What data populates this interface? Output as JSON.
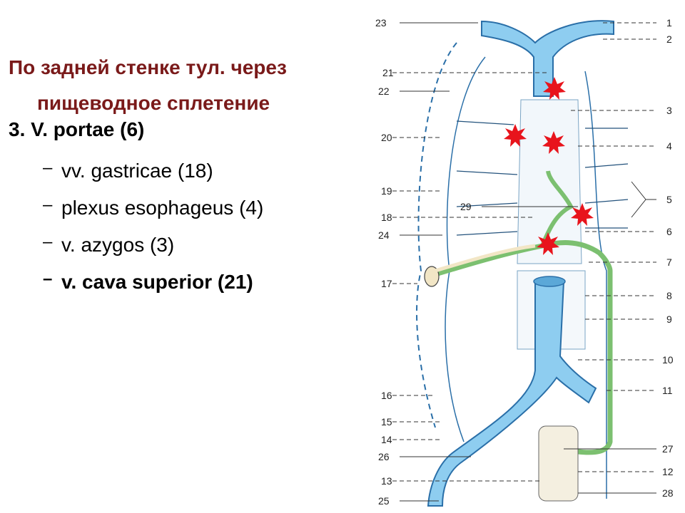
{
  "title": {
    "line1": "По задней стенке тул. через",
    "line2": "пищеводное сплетение"
  },
  "section": "3. V. portae (6)",
  "items": [
    {
      "dash": "–",
      "text": "vv. gastricae (18)"
    },
    {
      "dash": "–",
      "text": "plexus esophageus (4)"
    },
    {
      "dash": "–",
      "text": "v. azygos (3)"
    },
    {
      "dash": "–",
      "text": "v. cava superior (21)"
    }
  ],
  "diagram": {
    "labels_left": [
      "23",
      "21",
      "22",
      "20",
      "19",
      "18",
      "24",
      "17",
      "16",
      "15",
      "14",
      "26",
      "13",
      "25"
    ],
    "labels_right": [
      "1",
      "2",
      "3",
      "4",
      "5",
      "6",
      "7",
      "8",
      "9",
      "10",
      "11",
      "12",
      "27",
      "28"
    ],
    "label_inner": "29",
    "colors": {
      "vein_blue": "#8ecdf0",
      "vein_outline": "#2a6fa8",
      "anastomosis_green": "#7cc070",
      "green_outline": "#2e6b2a",
      "star_red": "#e8141c",
      "title_red": "#7a1a1a"
    }
  }
}
